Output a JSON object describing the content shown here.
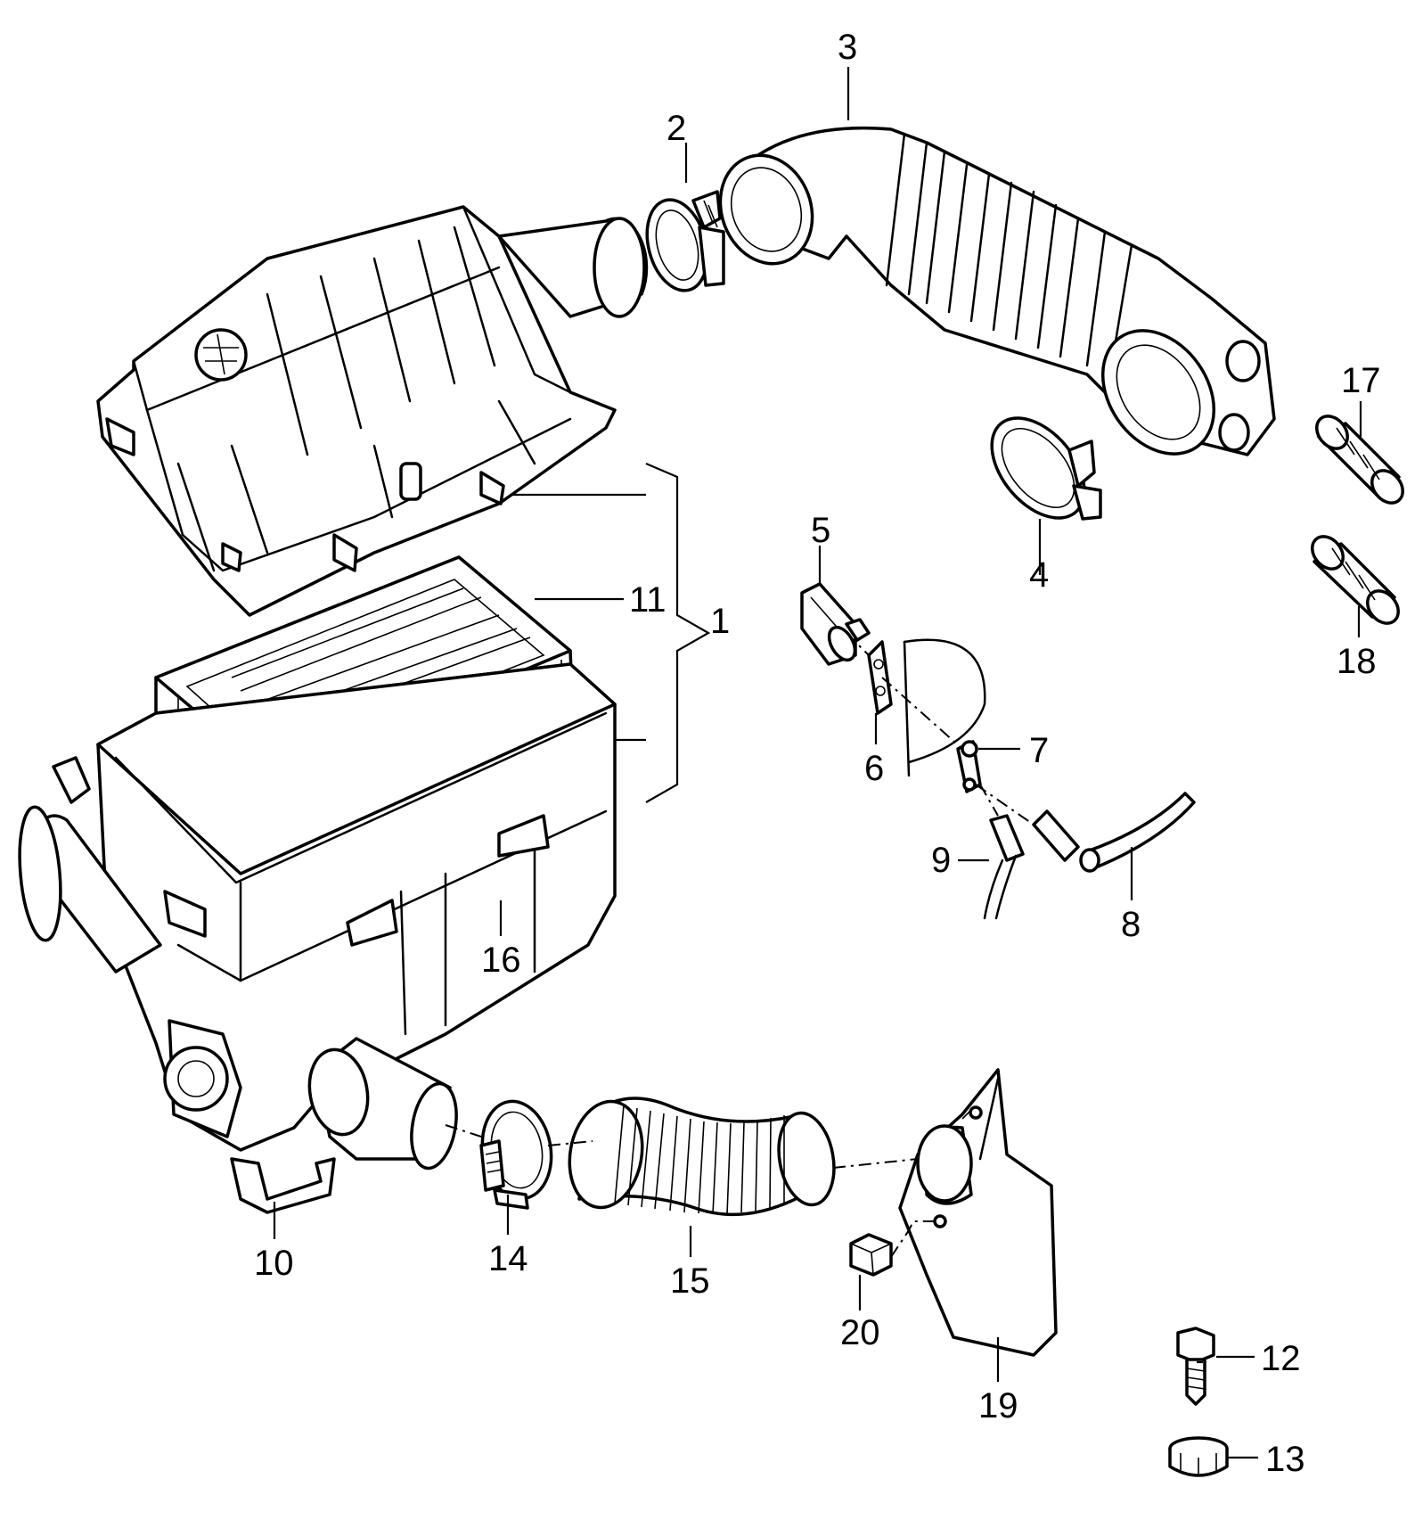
{
  "callouts": [
    {
      "id": "1",
      "text": "1"
    },
    {
      "id": "2",
      "text": "2"
    },
    {
      "id": "3",
      "text": "3"
    },
    {
      "id": "4",
      "text": "4"
    },
    {
      "id": "5",
      "text": "5"
    },
    {
      "id": "6",
      "text": "6"
    },
    {
      "id": "7",
      "text": "7"
    },
    {
      "id": "8",
      "text": "8"
    },
    {
      "id": "9",
      "text": "9"
    },
    {
      "id": "10",
      "text": "10"
    },
    {
      "id": "11",
      "text": "11"
    },
    {
      "id": "12",
      "text": "12"
    },
    {
      "id": "13",
      "text": "13"
    },
    {
      "id": "14",
      "text": "14"
    },
    {
      "id": "15",
      "text": "15"
    },
    {
      "id": "16",
      "text": "16"
    },
    {
      "id": "17",
      "text": "17"
    },
    {
      "id": "18",
      "text": "18"
    },
    {
      "id": "19",
      "text": "19"
    },
    {
      "id": "20",
      "text": "20"
    }
  ],
  "colors": {
    "line": "#000000",
    "background": "#ffffff"
  }
}
